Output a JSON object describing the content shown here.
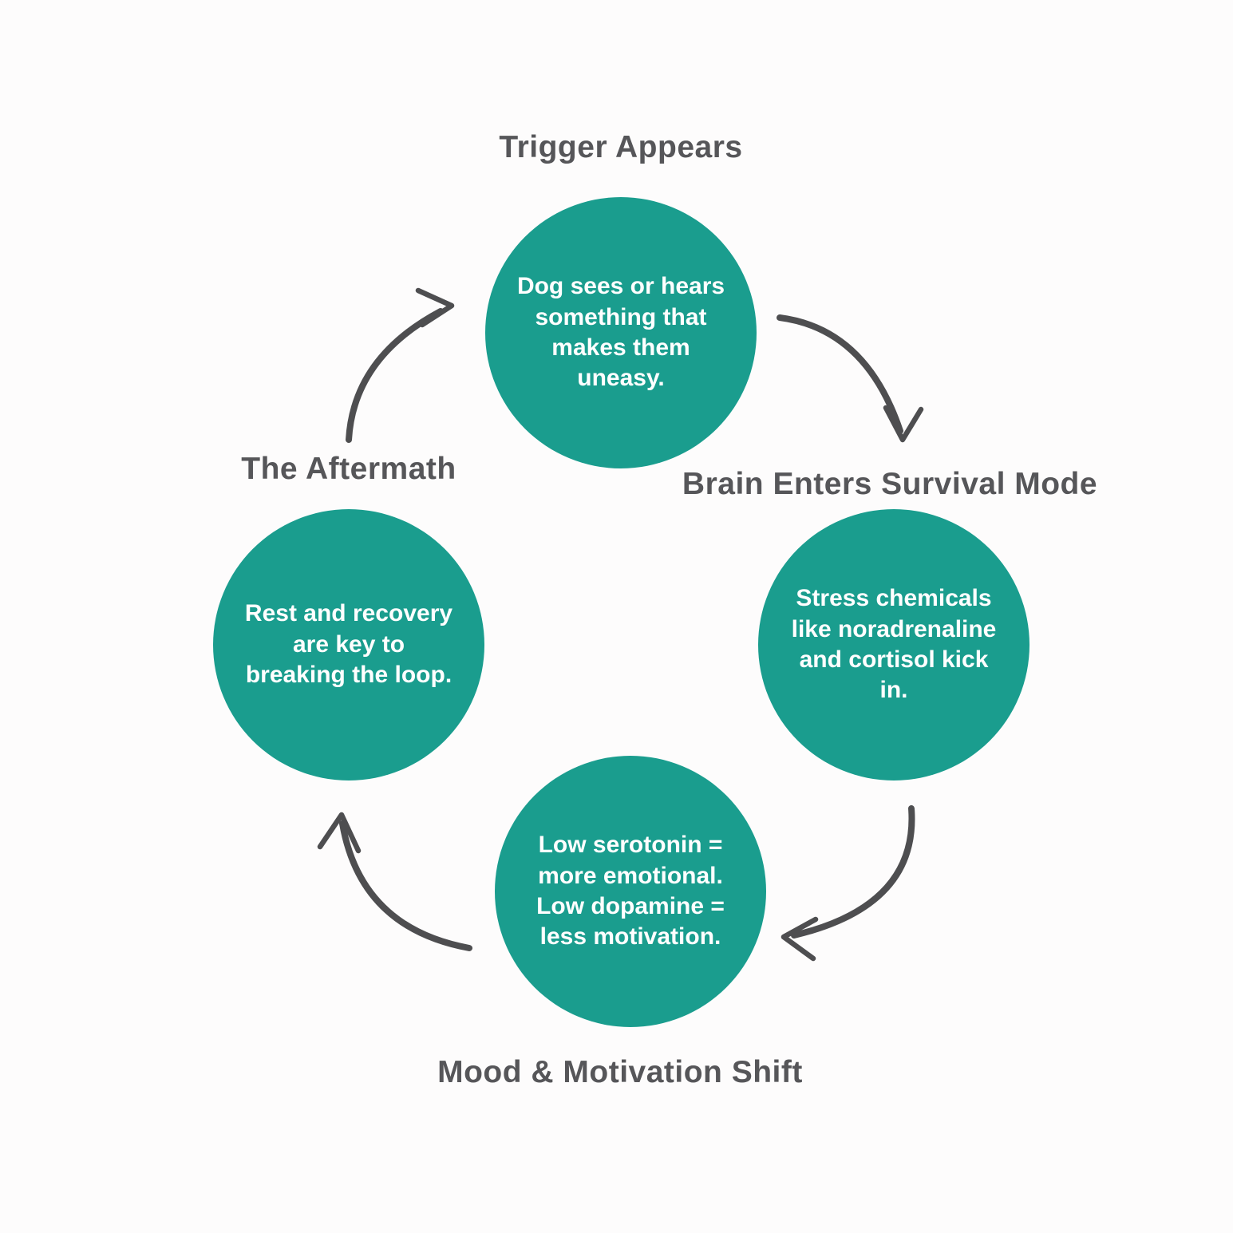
{
  "colors": {
    "circle_fill": "#1a9d8e",
    "label_text": "#565659",
    "arrow": "#4e4e50",
    "background": "#fdfcfc",
    "circle_text": "#ffffff"
  },
  "nodes": [
    {
      "id": "trigger",
      "label": "Trigger Appears",
      "text": "Dog sees or hears something that makes them uneasy."
    },
    {
      "id": "survival",
      "label": "Brain Enters Survival Mode",
      "text": "Stress chemicals like noradrenaline and cortisol kick in."
    },
    {
      "id": "mood",
      "label": "Mood & Motivation Shift",
      "text": "Low serotonin = more emotional. Low dopamine = less motivation."
    },
    {
      "id": "aftermath",
      "label": "The Aftermath",
      "text": "Rest and recovery are key to breaking the loop."
    }
  ],
  "arrows": [
    {
      "id": "aftermath-to-trigger",
      "direction": "up-right"
    },
    {
      "id": "trigger-to-survival",
      "direction": "down-right"
    },
    {
      "id": "survival-to-mood",
      "direction": "down-left"
    },
    {
      "id": "mood-to-aftermath",
      "direction": "up-left"
    }
  ]
}
